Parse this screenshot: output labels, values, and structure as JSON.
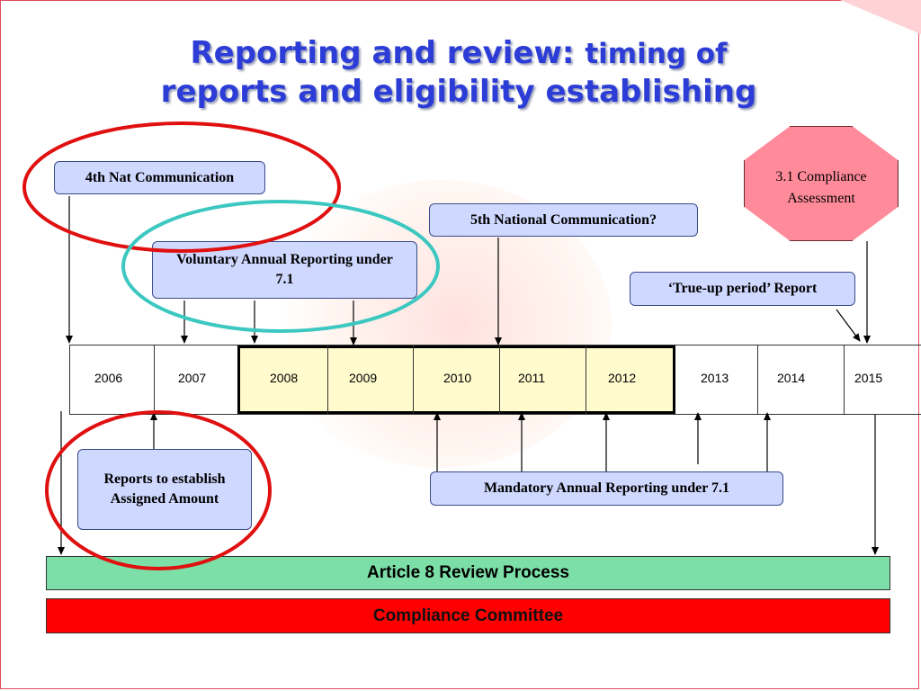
{
  "title": {
    "line1_main": "Reporting and review: ",
    "line1_small": "timing of",
    "line2": "reports and eligibility establishing"
  },
  "boxes": {
    "nat_comm_4": "4th Nat Communication",
    "nat_comm_5": "5th National Communication?",
    "voluntary": "Voluntary Annual Reporting under 7.1",
    "true_up": "‘True-up period’ Report",
    "reports_assigned": "Reports to establish Assigned Amount",
    "mandatory": "Mandatory Annual Reporting under 7.1"
  },
  "compliance_assessment": "3.1 Compliance Assessment",
  "timeline": {
    "years": [
      "2006",
      "2007",
      "2008",
      "2009",
      "2010",
      "2011",
      "2012",
      "2013",
      "2014",
      "2015"
    ]
  },
  "bars": {
    "article8": "Article 8 Review Process",
    "compliance_committee": "Compliance Committee"
  },
  "colors": {
    "title": "#2c3cd6",
    "box_fill": "#cfd8ff",
    "octagon_fill": "#ff8a99",
    "highlight_fill": "#fffbcc",
    "article8_fill": "#7ddfa8",
    "compliance_fill": "#ff0000",
    "ellipse_red": "#e01010",
    "ellipse_teal": "#3cc8c0"
  }
}
